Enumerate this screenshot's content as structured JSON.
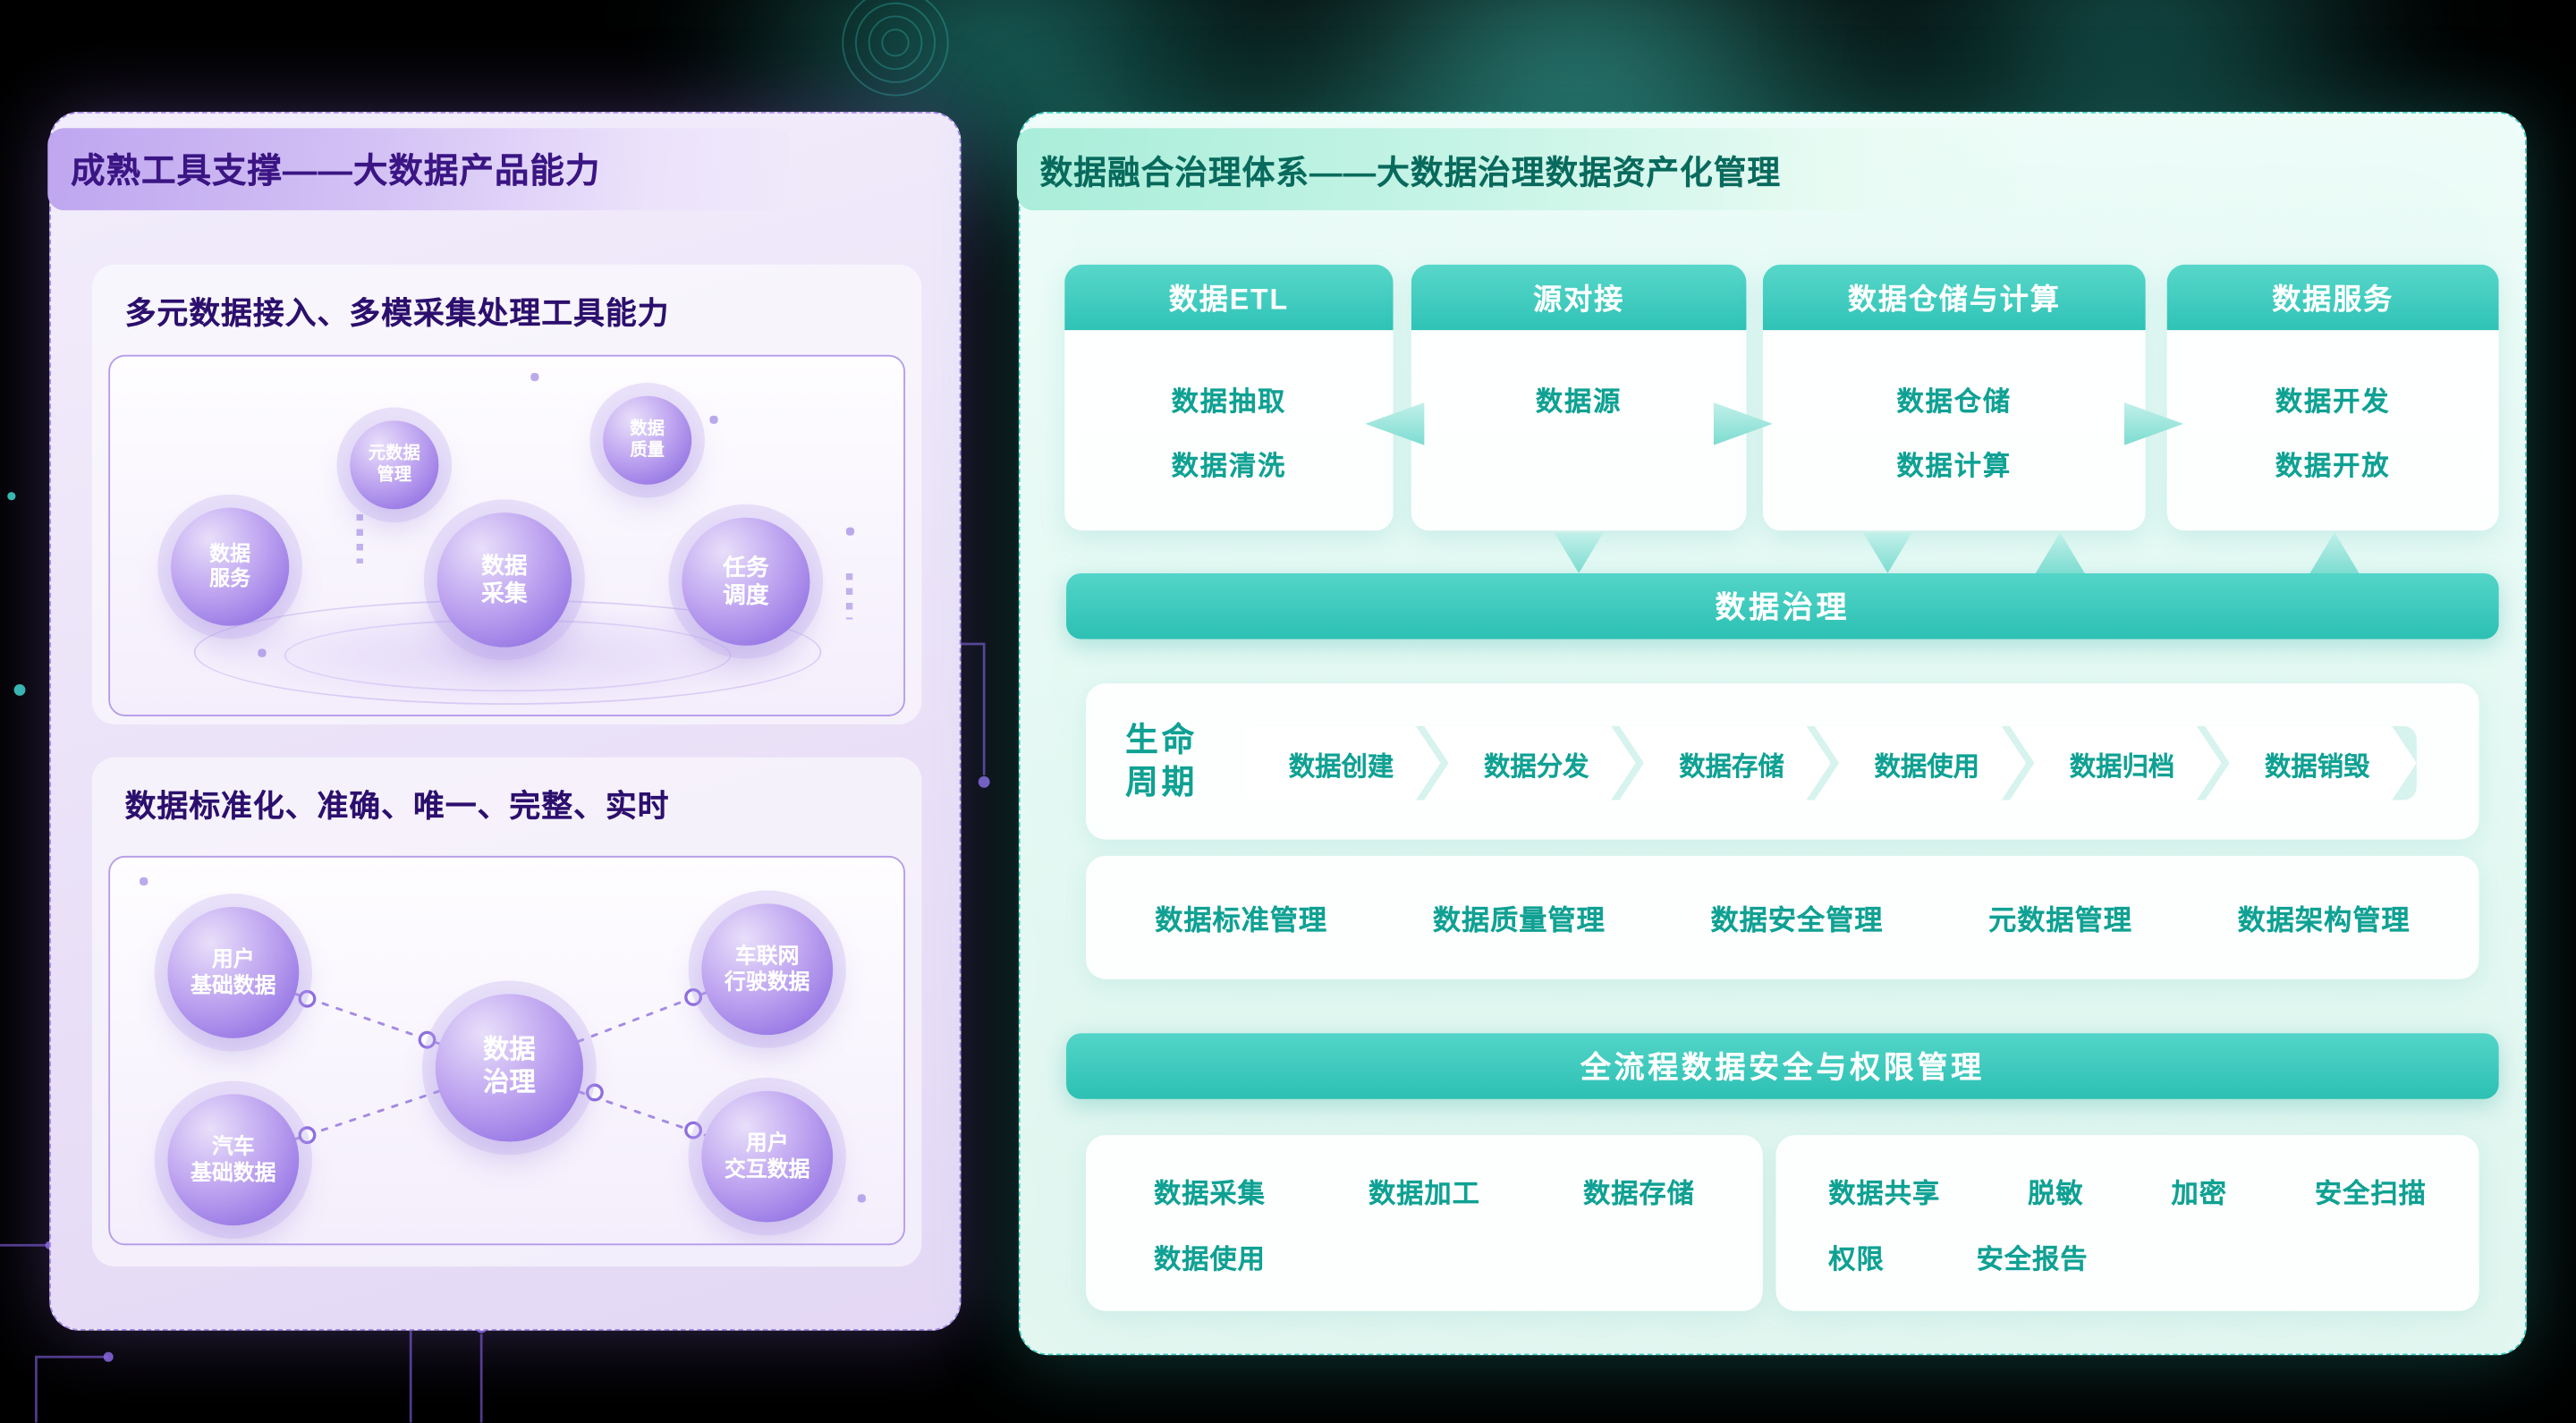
{
  "left_panel": {
    "title": "成熟工具支撑——大数据产品能力",
    "section1": {
      "title": "多元数据接入、多模采集处理工具能力",
      "bubbles": [
        {
          "label": "元数据\n管理"
        },
        {
          "label": "数据\n质量"
        },
        {
          "label": "数据\n服务"
        },
        {
          "label": "数据\n采集"
        },
        {
          "label": "任务\n调度"
        }
      ]
    },
    "section2": {
      "title": "数据标准化、准确、唯一、完整、实时",
      "center_bubble": "数据\n治理",
      "satellite_bubbles": [
        {
          "label": "用户\n基础数据"
        },
        {
          "label": "汽车\n基础数据"
        },
        {
          "label": "车联网\n行驶数据"
        },
        {
          "label": "用户\n交互数据"
        }
      ]
    }
  },
  "right_panel": {
    "title": "数据融合治理体系——大数据治理数据资产化管理",
    "columns": [
      {
        "header": "数据ETL",
        "items": [
          "数据抽取",
          "数据清洗"
        ]
      },
      {
        "header": "源对接",
        "items": [
          "数据源"
        ]
      },
      {
        "header": "数据仓储与计算",
        "items": [
          "数据仓储",
          "数据计算"
        ]
      },
      {
        "header": "数据服务",
        "items": [
          "数据开发",
          "数据开放"
        ]
      }
    ],
    "governance_banner": "数据治理",
    "lifecycle": {
      "label": "生命\n周期",
      "stages": [
        "数据创建",
        "数据分发",
        "数据存储",
        "数据使用",
        "数据归档",
        "数据销毁"
      ]
    },
    "management_items": [
      "数据标准管理",
      "数据质量管理",
      "数据安全管理",
      "元数据管理",
      "数据架构管理"
    ],
    "security_banner": "全流程数据安全与权限管理",
    "security_left_items": [
      "数据采集",
      "数据加工",
      "数据存储",
      "数据使用"
    ],
    "security_right_items": [
      "数据共享",
      "脱敏",
      "加密",
      "安全扫描",
      "权限",
      "安全报告"
    ]
  },
  "colors": {
    "teal_accent": "#2fc4b7",
    "teal_text": "#0fa193",
    "teal_dark_text": "#086a5c",
    "purple_accent": "#8b69e0",
    "purple_text": "#3a1583"
  }
}
